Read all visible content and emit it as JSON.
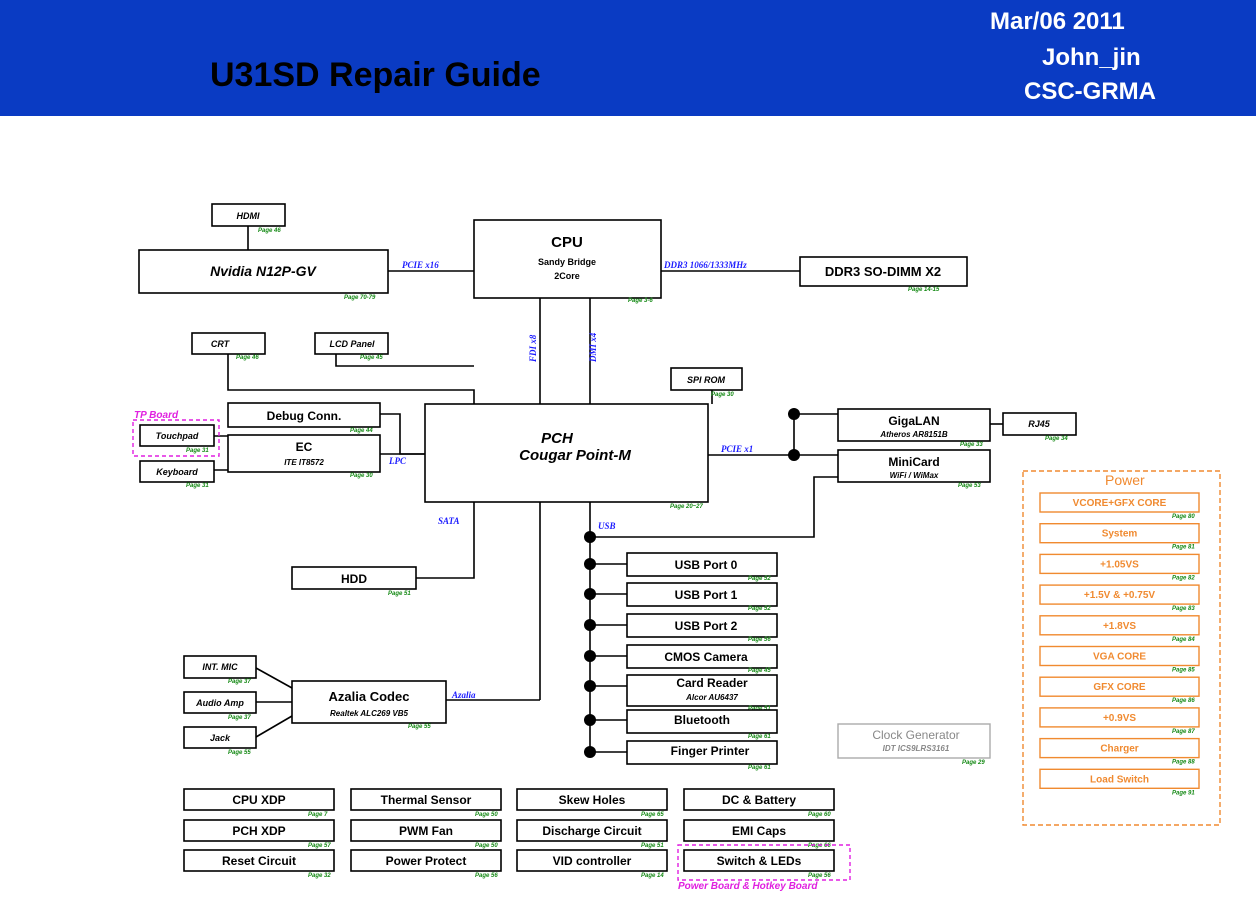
{
  "header": {
    "title": "U31SD Repair Guide",
    "date": "Mar/06 2011",
    "author": "John_jin",
    "org": "CSC-GRMA"
  },
  "colors": {
    "header_bg": "#0a3bc3",
    "bus_text": "#1c1cff",
    "page_ref": "#168a16",
    "power": "#f08a30",
    "board_outline": "#e020e0"
  },
  "blocks": {
    "hdmi": {
      "label": "HDMI",
      "page": "Page 46"
    },
    "nvidia": {
      "label": "Nvidia N12P-GV",
      "page": "Page 70-79"
    },
    "cpu": {
      "label": "CPU",
      "sub1": "Sandy Bridge",
      "sub2": "2Core",
      "page": "Page 3-6"
    },
    "ddr3": {
      "label": "DDR3 SO-DIMM X2",
      "page": "Page 14-15"
    },
    "crt": {
      "label": "CRT",
      "page": "Page 46"
    },
    "lcd": {
      "label": "LCD Panel",
      "page": "Page 45"
    },
    "spi": {
      "label": "SPI ROM",
      "page": "Page 30"
    },
    "debug": {
      "label": "Debug Conn.",
      "page": "Page 44"
    },
    "touchpad": {
      "label": "Touchpad",
      "page": "Page 31"
    },
    "keyboard": {
      "label": "Keyboard",
      "page": "Page 31"
    },
    "ec": {
      "label": "EC",
      "sub": "ITE IT8572",
      "page": "Page 30"
    },
    "pch": {
      "label": "PCH",
      "sub": "Cougar Point-M",
      "page": "Page 20~27"
    },
    "gigalan": {
      "label": "GigaLAN",
      "sub": "Atheros AR8151B",
      "page": "Page 33"
    },
    "rj45": {
      "label": "RJ45",
      "page": "Page 34"
    },
    "minicard": {
      "label": "MiniCard",
      "sub": "WiFi / WiMax",
      "page": "Page 53"
    },
    "hdd": {
      "label": "HDD",
      "page": "Page 51"
    },
    "intmic": {
      "label": "INT. MIC",
      "page": "Page 37"
    },
    "audioamp": {
      "label": "Audio Amp",
      "page": "Page 37"
    },
    "jack": {
      "label": "Jack",
      "page": "Page 55"
    },
    "azalia": {
      "label": "Azalia Codec",
      "sub": "Realtek ALC269 VB5",
      "page": "Page 55"
    },
    "usb0": {
      "label": "USB Port 0",
      "page": "Page 52"
    },
    "usb1": {
      "label": "USB Port 1",
      "page": "Page 52"
    },
    "usb2": {
      "label": "USB Port 2",
      "page": "Page 56"
    },
    "cmos": {
      "label": "CMOS Camera",
      "page": "Page 45"
    },
    "cardreader": {
      "label": "Card Reader",
      "sub": "Alcor AU6437",
      "page": "Page 51"
    },
    "bluetooth": {
      "label": "Bluetooth",
      "page": "Page 61"
    },
    "finger": {
      "label": "Finger Printer",
      "page": "Page 61"
    },
    "clock": {
      "label": "Clock Generator",
      "sub": "IDT ICS9LRS3161",
      "page": "Page 29"
    }
  },
  "buses": {
    "pcie16": "PCIE x16",
    "ddr3": "DDR3 1066/1333MHz",
    "fdi": "FDI x8",
    "dmi": "DMI x4",
    "lpc": "LPC",
    "pcie1": "PCIE x1",
    "sata": "SATA",
    "usb": "USB",
    "azalia": "Azalia"
  },
  "board_labels": {
    "tp_board": "TP Board",
    "power_board": "Power Board & Hotkey Board"
  },
  "misc": [
    {
      "label": "CPU XDP",
      "page": "Page 7"
    },
    {
      "label": "Thermal Sensor",
      "page": "Page 50"
    },
    {
      "label": "Skew Holes",
      "page": "Page 65"
    },
    {
      "label": "DC & Battery",
      "page": "Page 60"
    },
    {
      "label": "PCH XDP",
      "page": "Page 57"
    },
    {
      "label": "PWM Fan",
      "page": "Page 50"
    },
    {
      "label": "Discharge Circuit",
      "page": "Page 51"
    },
    {
      "label": "EMI Caps",
      "page": "Page 66"
    },
    {
      "label": "Reset Circuit",
      "page": "Page 32"
    },
    {
      "label": "Power Protect",
      "page": "Page 56"
    },
    {
      "label": "VID controller",
      "page": "Page 14"
    },
    {
      "label": "Switch & LEDs",
      "page": "Page 56"
    }
  ],
  "power": {
    "title": "Power",
    "items": [
      {
        "label": "VCORE+GFX CORE",
        "page": "Page 80"
      },
      {
        "label": "System",
        "page": "Page 81"
      },
      {
        "label": "+1.05VS",
        "page": "Page 82"
      },
      {
        "label": "+1.5V & +0.75V",
        "page": "Page 83"
      },
      {
        "label": "+1.8VS",
        "page": "Page 84"
      },
      {
        "label": "VGA CORE",
        "page": "Page 85"
      },
      {
        "label": "GFX CORE",
        "page": "Page 86"
      },
      {
        "label": "+0.9VS",
        "page": "Page 87"
      },
      {
        "label": "Charger",
        "page": "Page 88"
      },
      {
        "label": "Load Switch",
        "page": "Page 91"
      }
    ]
  }
}
